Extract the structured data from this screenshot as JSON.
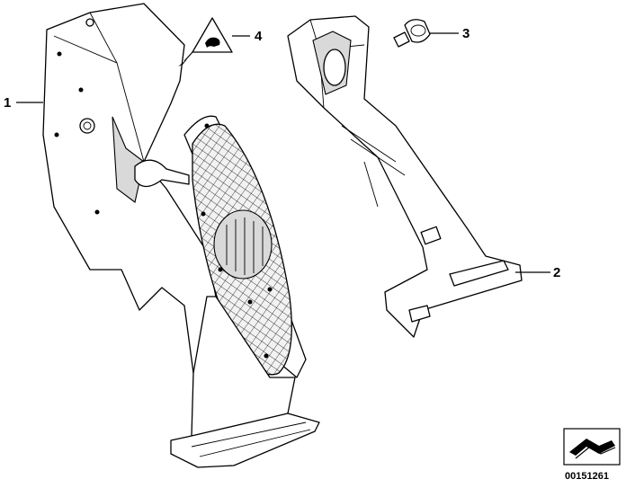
{
  "diagram": {
    "callouts": [
      {
        "id": "1",
        "label": "1"
      },
      {
        "id": "2",
        "label": "2"
      },
      {
        "id": "3",
        "label": "3"
      },
      {
        "id": "4",
        "label": "4"
      }
    ],
    "catalog_number": "00151261"
  }
}
